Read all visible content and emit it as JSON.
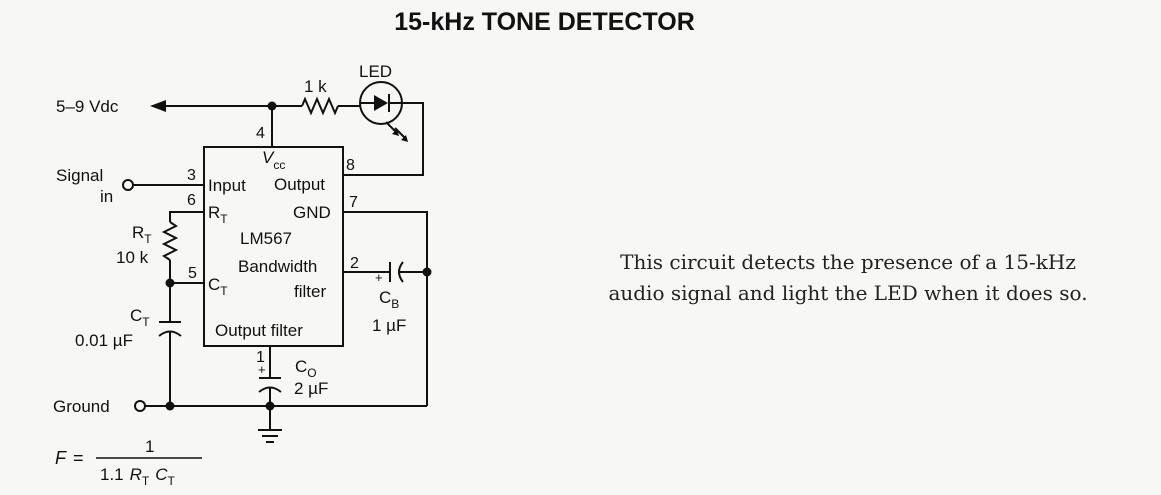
{
  "title": "15-kHz TONE DETECTOR",
  "labels": {
    "supply": "5–9 Vdc",
    "resistor_1k": "1 k",
    "led": "LED",
    "signal_line1": "Signal",
    "signal_line2": "in",
    "ground": "Ground",
    "rt_value": "10 k",
    "ct_value": "0.01 µF",
    "cb_value": "1 µF",
    "co_value": "2 µF",
    "plus": "+"
  },
  "ic": {
    "part": "LM567",
    "vcc": "V",
    "vcc_sub": "cc",
    "input": "Input",
    "output": "Output",
    "rt": "R",
    "rt_sub": "T",
    "gnd": "GND",
    "ct": "C",
    "ct_sub": "T",
    "bandwidth_1": "Bandwidth",
    "bandwidth_2": "filter",
    "output_filter": "Output filter",
    "pins": {
      "p1": "1",
      "p2": "2",
      "p3": "3",
      "p4": "4",
      "p5": "5",
      "p6": "6",
      "p7": "7",
      "p8": "8"
    }
  },
  "components": {
    "rt_letter": "R",
    "rt_sub": "T",
    "ct_letter": "C",
    "ct_sub": "T",
    "cb_letter": "C",
    "cb_sub": "B",
    "co_letter": "C",
    "co_sub": "O"
  },
  "formula": {
    "var": "F",
    "equals": "=",
    "numerator": "1",
    "den_coef": "1.1",
    "den_r": "R",
    "den_r_sub": "T",
    "den_c": "C",
    "den_c_sub": "T"
  },
  "description": {
    "line1": "This circuit detects the presence of a 15-kHz",
    "line2": "audio signal and light the LED when it does so."
  }
}
